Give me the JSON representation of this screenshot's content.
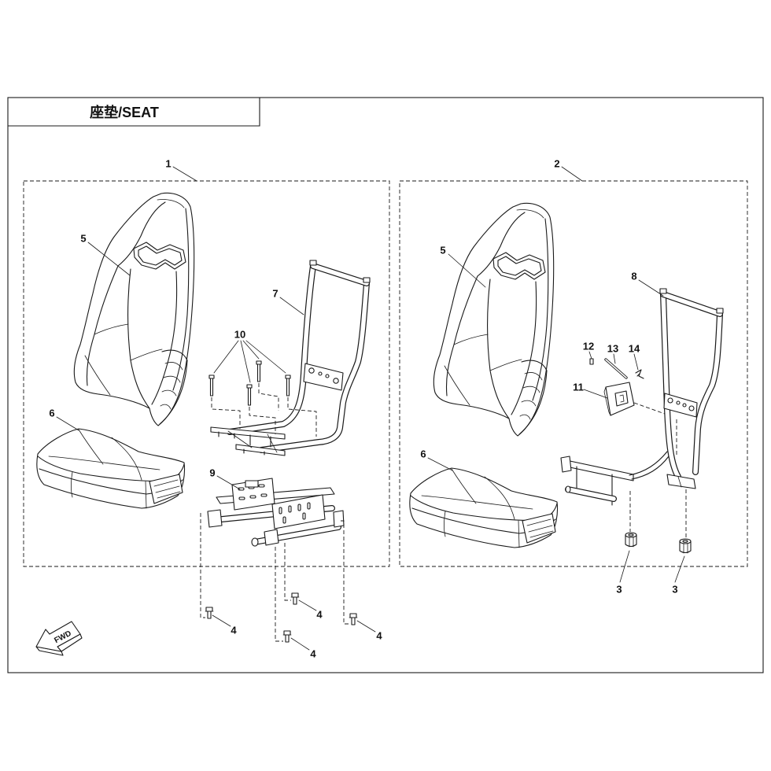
{
  "title": "座垫/SEAT",
  "callouts": {
    "item_1": "1",
    "item_2": "2",
    "item_3_left": "3",
    "item_3_right": "3",
    "item_4_a": "4",
    "item_4_b": "4",
    "item_4_c": "4",
    "item_4_d": "4",
    "item_5_left": "5",
    "item_5_right": "5",
    "item_6_left": "6",
    "item_6_right": "6",
    "item_7": "7",
    "item_8": "8",
    "item_9": "9",
    "item_10": "10",
    "item_11": "11",
    "item_12": "12",
    "item_13": "13",
    "item_14": "14"
  },
  "fwd_label": "FWD",
  "colors": {
    "line": "#1a1a1a",
    "background": "#ffffff"
  },
  "icons": {
    "direction_marker": "fwd-arrow-icon"
  }
}
